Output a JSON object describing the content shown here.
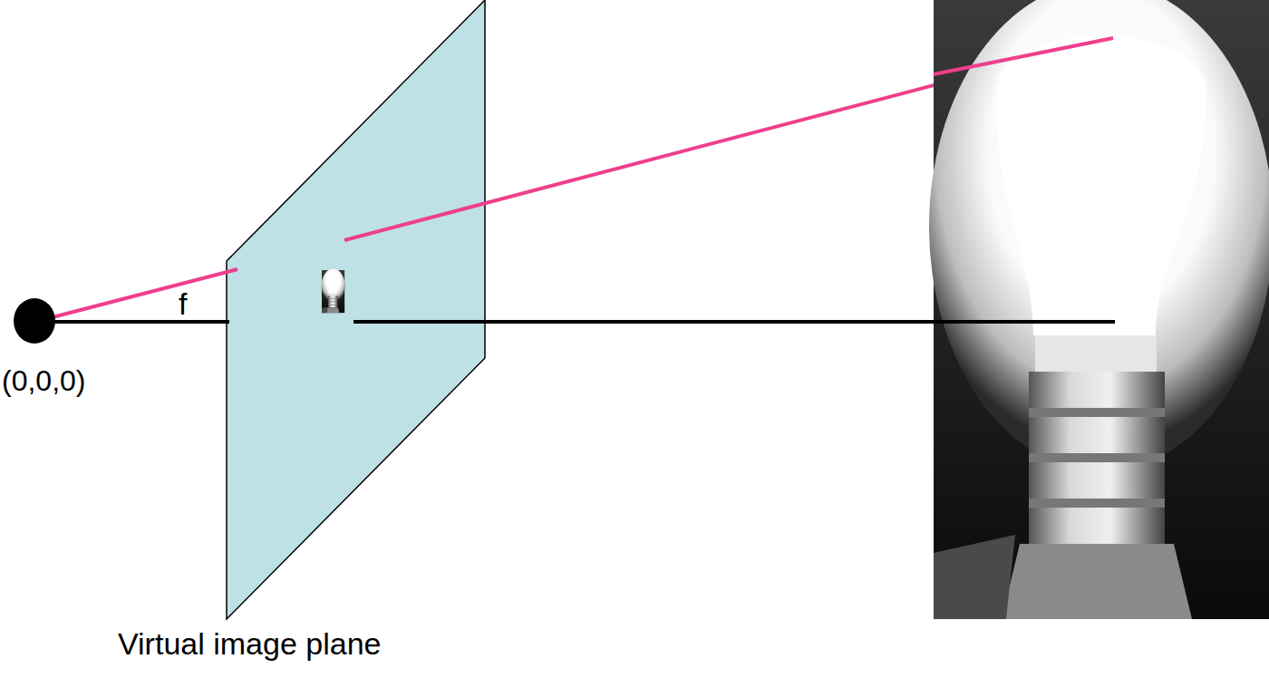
{
  "diagram": {
    "labels": [
      "f",
      "(0,0,0)",
      "Virtual image plane"
    ]
  }
}
